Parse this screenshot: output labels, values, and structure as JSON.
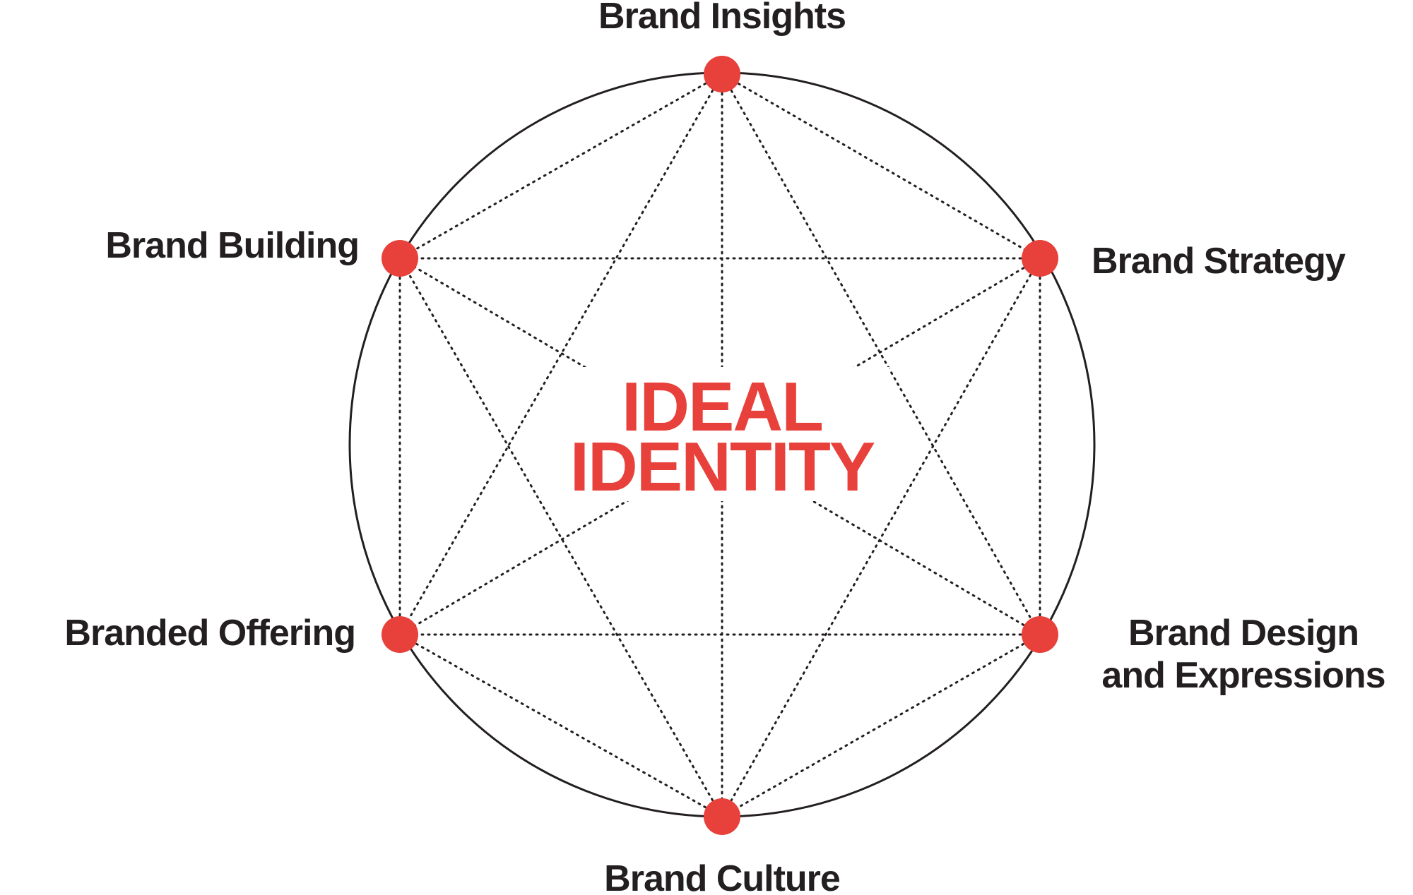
{
  "center": {
    "line1": "IDEAL",
    "line2": "IDENTITY"
  },
  "nodes": [
    {
      "id": "insights",
      "lines": [
        "Brand Insights"
      ]
    },
    {
      "id": "strategy",
      "lines": [
        "Brand Strategy"
      ]
    },
    {
      "id": "design",
      "lines": [
        "Brand Design",
        "and Expressions"
      ]
    },
    {
      "id": "culture",
      "lines": [
        "Brand Culture"
      ]
    },
    {
      "id": "offering",
      "lines": [
        "Branded Offering"
      ]
    },
    {
      "id": "building",
      "lines": [
        "Brand Building"
      ]
    }
  ],
  "colors": {
    "accent": "#e8403a",
    "text": "#231f20",
    "line": "#231f20"
  }
}
